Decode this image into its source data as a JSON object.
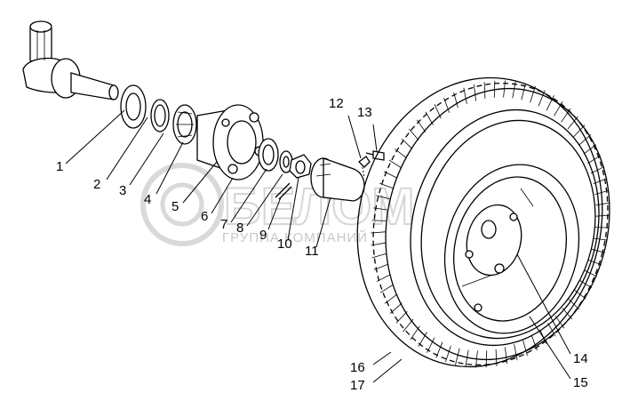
{
  "watermark": {
    "logo": "БЕЛОМ",
    "caption": "ГРУППА КОМПАНИЙ"
  },
  "callouts": [
    {
      "label": "1"
    },
    {
      "label": "2"
    },
    {
      "label": "3"
    },
    {
      "label": "4"
    },
    {
      "label": "5"
    },
    {
      "label": "6"
    },
    {
      "label": "7"
    },
    {
      "label": "8"
    },
    {
      "label": "9"
    },
    {
      "label": "10"
    },
    {
      "label": "11"
    },
    {
      "label": "12"
    },
    {
      "label": "13"
    },
    {
      "label": "14"
    },
    {
      "label": "15"
    },
    {
      "label": "16"
    },
    {
      "label": "17"
    }
  ]
}
